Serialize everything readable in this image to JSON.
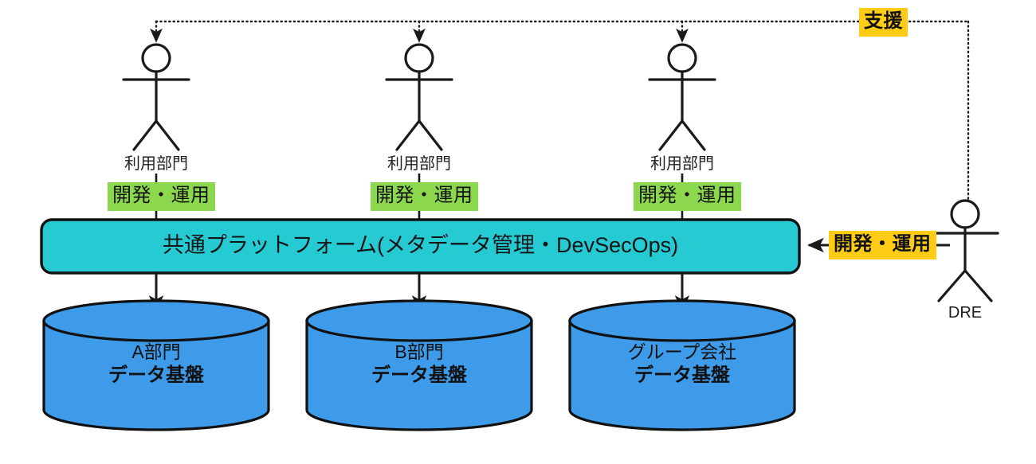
{
  "diagram": {
    "title_text": "",
    "colors": {
      "platform_fill": "#25CAD3",
      "cylinder_fill": "#3D9BE9",
      "badge_green": "#8BD74D",
      "badge_yellow": "#FFCC15",
      "stroke": "#1a1a1a"
    },
    "support_link": {
      "label": "支援",
      "style": "dotted"
    },
    "actors": [
      {
        "name": "actor-1",
        "label": "利用部門",
        "badge": "開発・運用"
      },
      {
        "name": "actor-2",
        "label": "利用部門",
        "badge": "開発・運用"
      },
      {
        "name": "actor-3",
        "label": "利用部門",
        "badge": "開発・運用"
      }
    ],
    "dre_actor": {
      "label": "DRE",
      "badge": "開発・運用"
    },
    "platform": {
      "label": "共通プラットフォーム(メタデータ管理・DevSecOps)"
    },
    "data_stores": [
      {
        "name": "store-a",
        "line1": "A部門",
        "line2": "データ基盤"
      },
      {
        "name": "store-b",
        "line1": "B部門",
        "line2": "データ基盤"
      },
      {
        "name": "store-group",
        "line1": "グループ会社",
        "line2": "データ基盤"
      }
    ]
  }
}
